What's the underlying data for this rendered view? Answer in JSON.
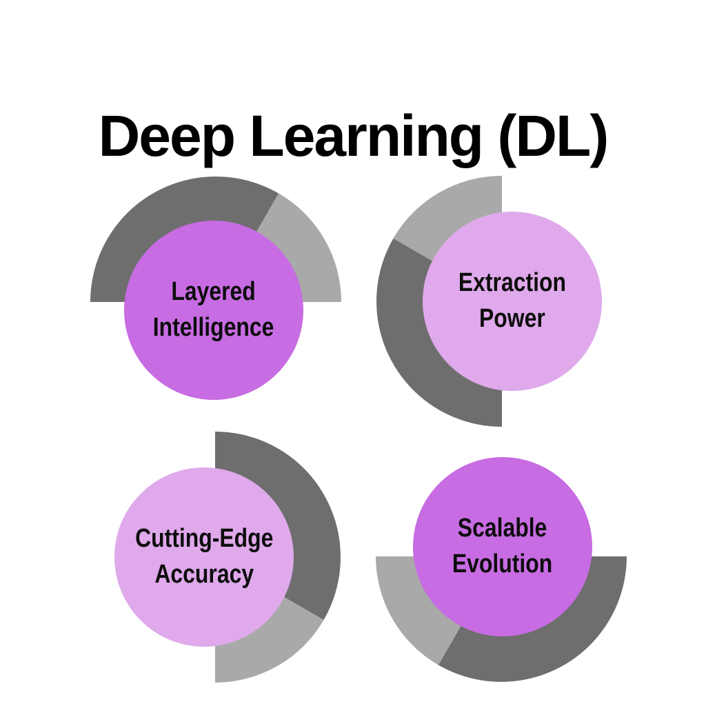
{
  "title": "Deep Learning (DL)",
  "colors": {
    "background": "#ffffff",
    "purple_medium": "#c76ce2",
    "purple_light": "#dfa9eb",
    "arc_dark_gray": "#6e6e6e",
    "arc_light_gray": "#a9a9a9",
    "text": "#0d0d0d"
  },
  "items": [
    {
      "label": "Layered\nIntelligence",
      "fill": "#c76ce2",
      "arc_position": "top",
      "arc_dark_deg": 120,
      "arc_light_deg": 60
    },
    {
      "label": "Extraction\nPower",
      "fill": "#dfa9eb",
      "arc_position": "left",
      "arc_dark_deg": 120,
      "arc_light_deg": 60
    },
    {
      "label": "Cutting-Edge\nAccuracy",
      "fill": "#dfa9eb",
      "arc_position": "right",
      "arc_dark_deg": 120,
      "arc_light_deg": 60
    },
    {
      "label": "Scalable\nEvolution",
      "fill": "#c76ce2",
      "arc_position": "bottom",
      "arc_dark_deg": 120,
      "arc_light_deg": 60
    }
  ]
}
